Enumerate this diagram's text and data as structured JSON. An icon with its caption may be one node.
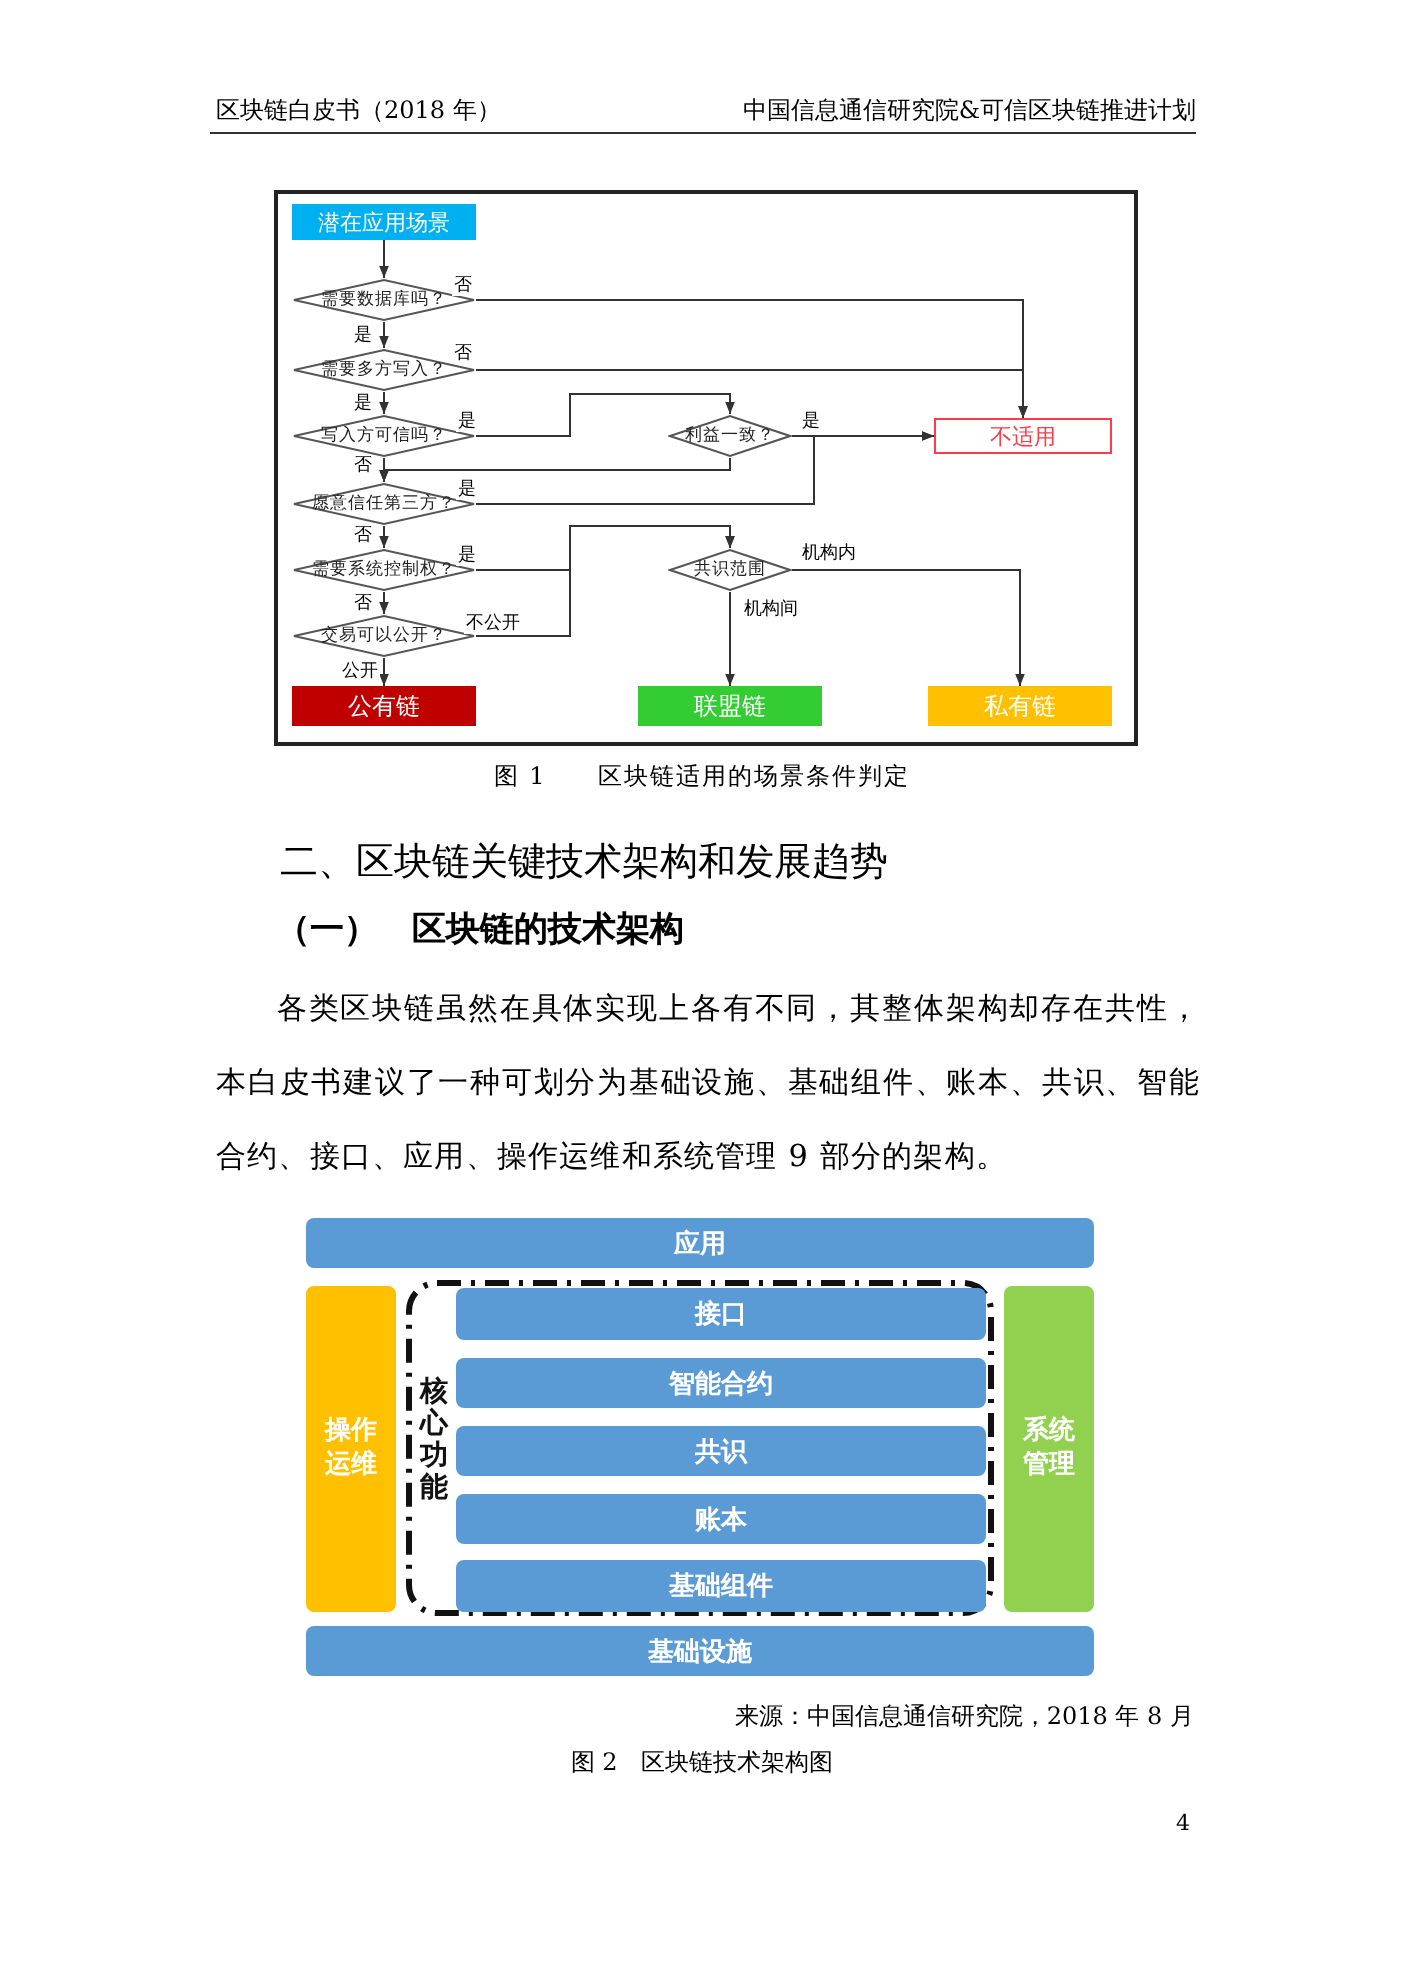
{
  "diagram": {
    "nodes": [
      {
        "text": [
          "潜在应用场景"
        ]
      },
      {
        "text": [
          "需要数据库吗？"
        ]
      },
      {
        "text": [
          "需要多方写入？"
        ]
      },
      {
        "text": [
          "写入方可信吗？"
        ]
      },
      {
        "text": [
          "愿意信任第三方？"
        ]
      },
      {
        "text": [
          "需要系统控制权？"
        ]
      },
      {
        "text": [
          "交易可以公开？"
        ]
      },
      {
        "text": [
          "利益一致？"
        ]
      },
      {
        "text": [
          "共识范围"
        ]
      },
      {
        "text": [
          "不适用"
        ]
      },
      {
        "text": [
          "公有链"
        ]
      },
      {
        "text": [
          "联盟链"
        ]
      },
      {
        "text": [
          "私有链"
        ]
      },
      {
        "text": [
          "应用"
        ]
      },
      {
        "text": [
          "操作运维"
        ]
      },
      {
        "text": [
          "核心功能"
        ]
      },
      {
        "text": [
          "接口"
        ],
        "in": 15
      },
      {
        "text": [
          "智能合约"
        ],
        "in": 15
      },
      {
        "text": [
          "共识"
        ],
        "in": 15
      },
      {
        "text": [
          "账本"
        ],
        "in": 15
      },
      {
        "text": [
          "基础组件"
        ],
        "in": 15
      },
      {
        "text": [
          "系统管理"
        ]
      },
      {
        "text": [
          "基础设施"
        ]
      }
    ],
    "edges": [
      {
        "from": 0,
        "to": 1,
        "arrow": "to"
      },
      {
        "from": 1,
        "to": 2,
        "arrow": "to",
        "label": "是"
      },
      {
        "from": 1,
        "to": 9,
        "arrow": "to",
        "label": "否"
      },
      {
        "from": 2,
        "to": 3,
        "arrow": "to",
        "label": "是"
      },
      {
        "from": 2,
        "to": 9,
        "arrow": "to",
        "label": "否"
      },
      {
        "from": 3,
        "to": 7,
        "arrow": "to",
        "label": "是"
      },
      {
        "from": 3,
        "to": 4,
        "arrow": "to",
        "label": "否"
      },
      {
        "from": 7,
        "to": 9,
        "arrow": "to",
        "label": "是"
      },
      {
        "from": 7,
        "to": 4,
        "arrow": "to"
      },
      {
        "from": 4,
        "to": 9,
        "arrow": "to",
        "label": "是"
      },
      {
        "from": 4,
        "to": 5,
        "arrow": "to",
        "label": "否"
      },
      {
        "from": 5,
        "to": 8,
        "arrow": "to",
        "label": "是"
      },
      {
        "from": 5,
        "to": 6,
        "arrow": "to",
        "label": "否"
      },
      {
        "from": 6,
        "to": 8,
        "arrow": "to",
        "label": "不公开"
      },
      {
        "from": 6,
        "to": 10,
        "arrow": "to",
        "label": "公开"
      },
      {
        "from": 8,
        "to": 12,
        "arrow": "to",
        "label": "机构内"
      },
      {
        "from": 8,
        "to": 11,
        "arrow": "to",
        "label": "机构间"
      }
    ],
    "labels": [
      "区块链白皮书（2018 年）",
      "中国信息通信研究院&可信区块链推进计划",
      "图 1　　区块链适用的场景条件判定",
      "二、区块链关键技术架构和发展趋势",
      "（一）　区块链的技术架构",
      "各类区块链虽然在具体实现上各有不同，其整体架构却存在共性，本白皮书建议了一种可划分为基础设施、基础组件、账本、共识、智能合约、接口、应用、操作运维和系统管理 9 部分的架构。",
      "来源：中国信息通信研究院，2018 年 8 月",
      "图 2　区块链技术架构图",
      "4"
    ]
  }
}
